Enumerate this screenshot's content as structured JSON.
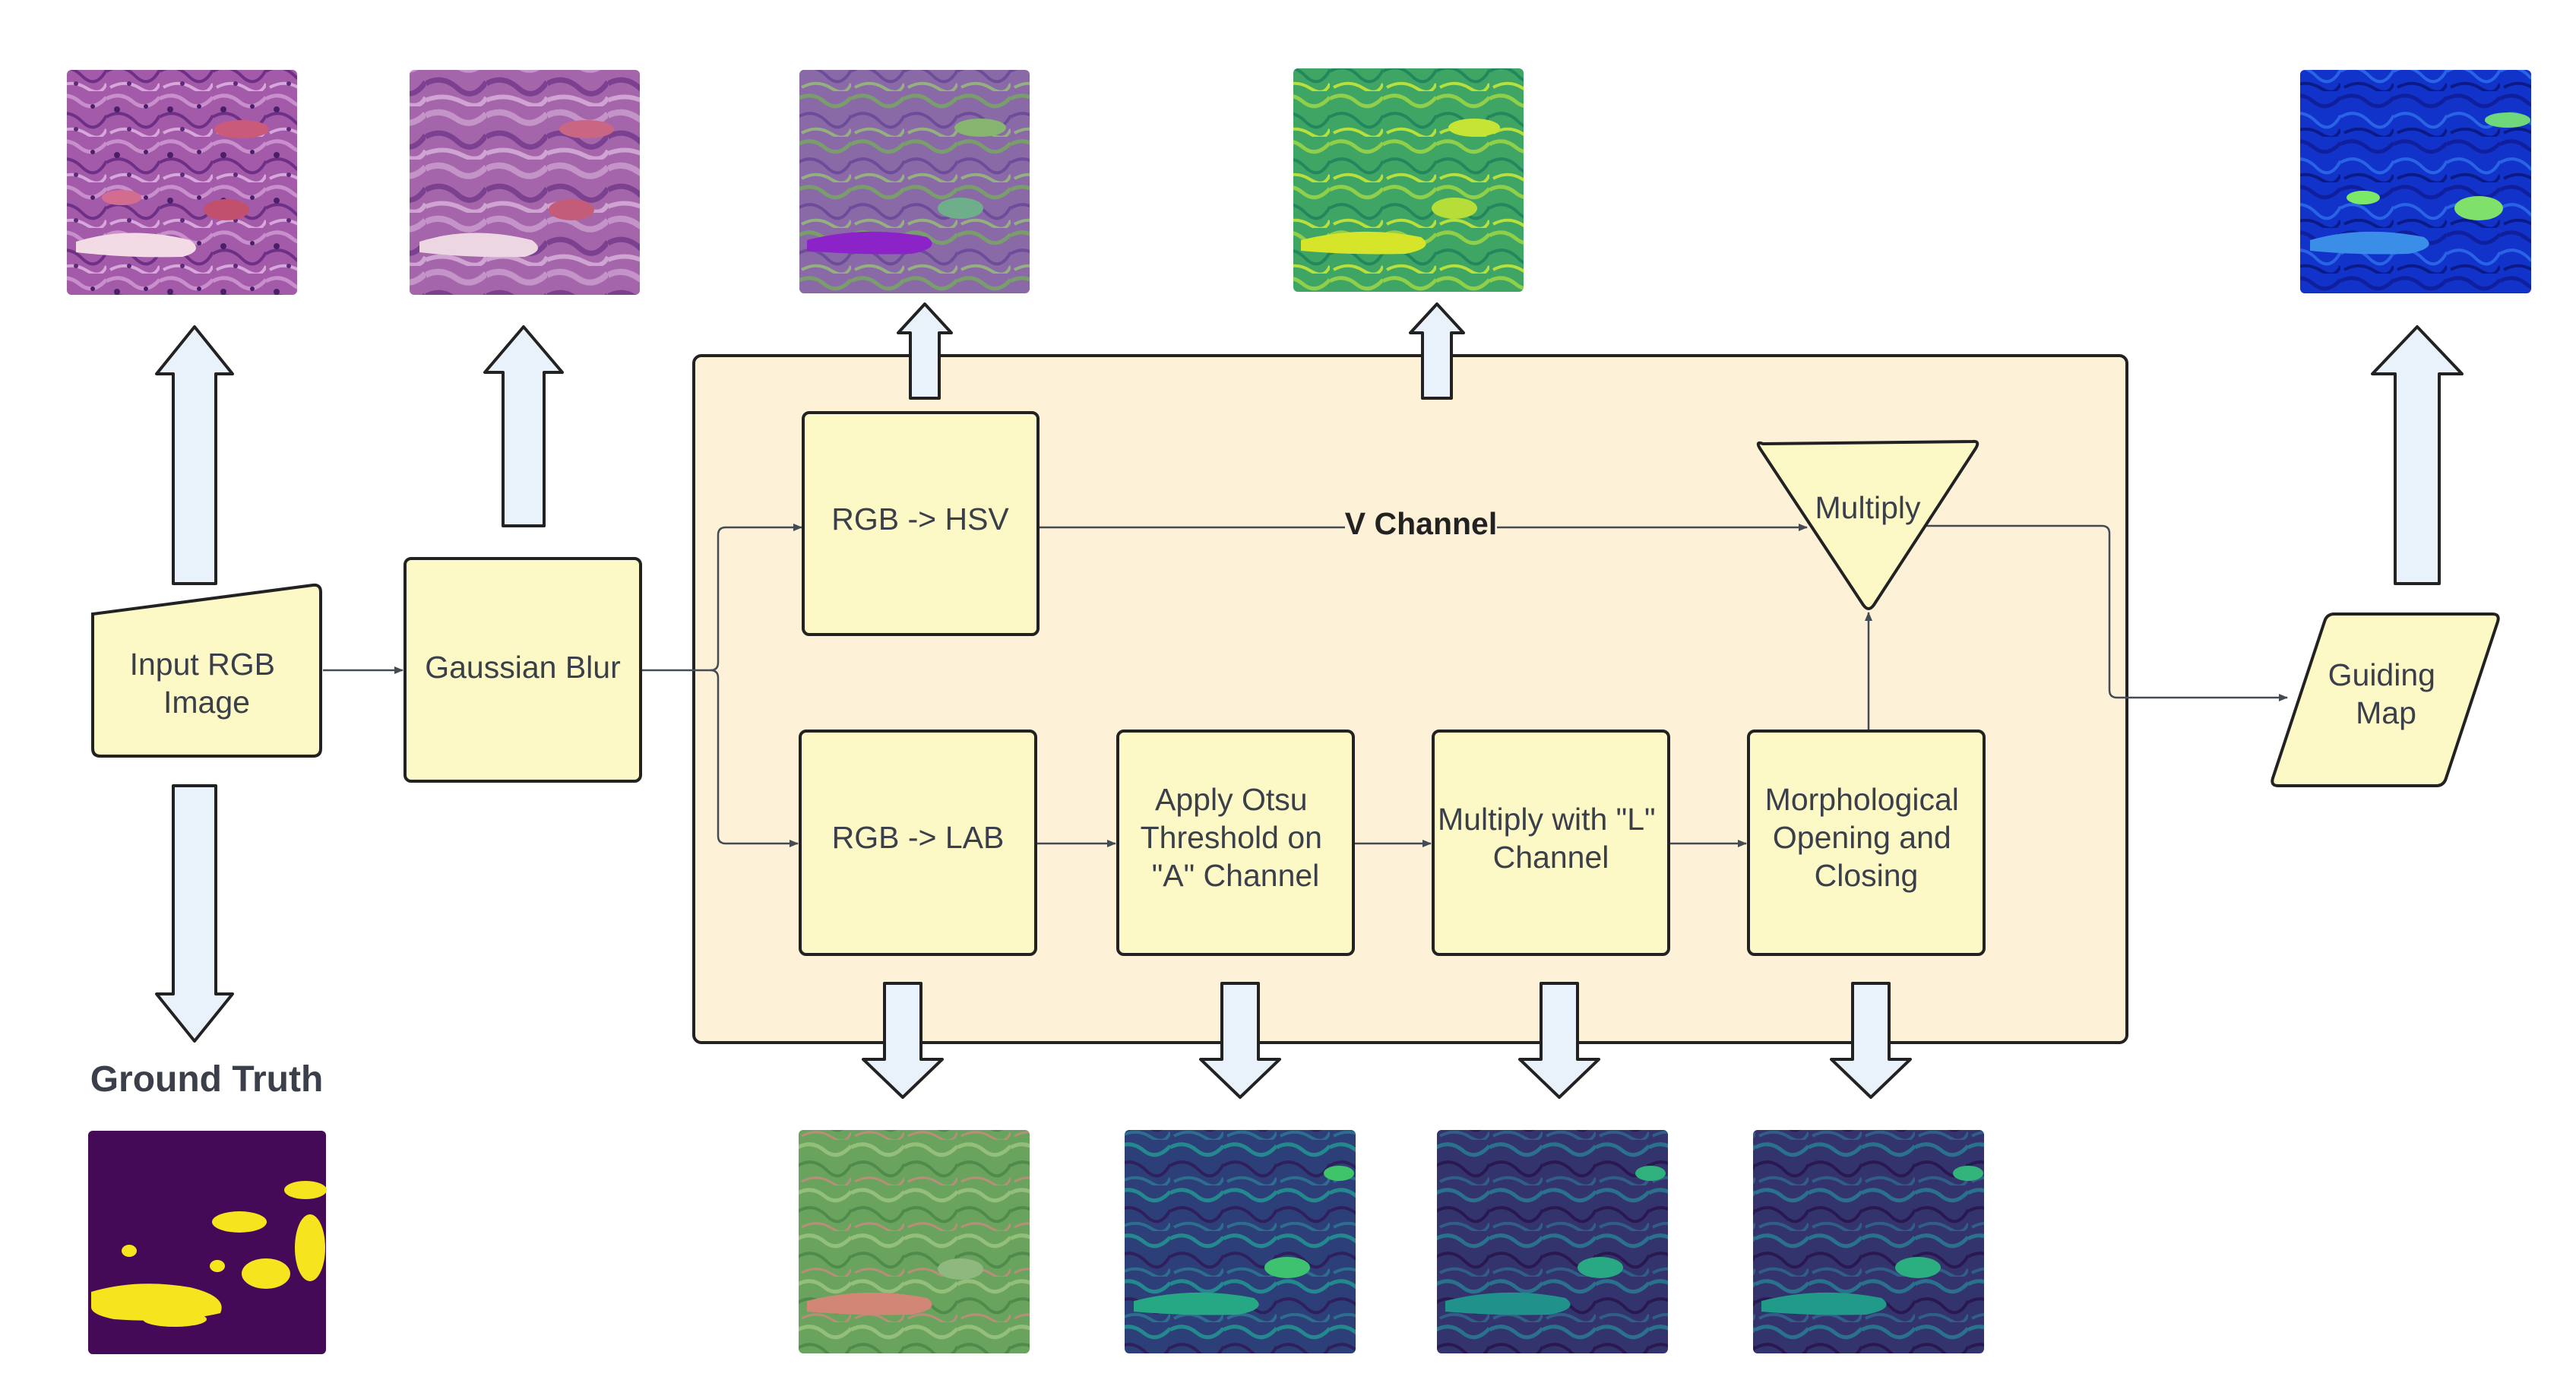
{
  "nodes": {
    "input": [
      "Input RGB",
      "Image"
    ],
    "blur": [
      "Gaussian Blur"
    ],
    "hsv": [
      "RGB -> HSV"
    ],
    "lab": [
      "RGB -> LAB"
    ],
    "otsu": [
      "Apply Otsu",
      "Threshold on",
      "\"A\" Channel"
    ],
    "mult_l": [
      "Multiply with \"L\"",
      "Channel"
    ],
    "morph": [
      "Morphological",
      "Opening and",
      "Closing"
    ],
    "multiply": [
      "Multiply"
    ],
    "guiding": [
      "Guiding",
      "Map"
    ]
  },
  "edge_labels": {
    "v_channel": "V Channel"
  },
  "ground_truth_label": "Ground Truth",
  "images": [
    {
      "name": "input-rgb-image-thumbnail",
      "style": "H&E histology patch (purple/pink)"
    },
    {
      "name": "gaussian-blur-image-thumbnail",
      "style": "blurred H&E histology patch"
    },
    {
      "name": "hsv-image-thumbnail",
      "style": "HSV visualization (purple/green)"
    },
    {
      "name": "v-channel-image-thumbnail",
      "style": "V channel (green/yellow colormap)"
    },
    {
      "name": "guiding-map-image-thumbnail",
      "style": "guiding map (blue colormap)"
    },
    {
      "name": "ground-truth-mask",
      "style": "binary mask (purple with yellow regions)"
    },
    {
      "name": "lab-image-thumbnail",
      "style": "LAB visualization (green/pink)"
    },
    {
      "name": "otsu-image-thumbnail",
      "style": "Otsu threshold (viridis)"
    },
    {
      "name": "multiply-l-image-thumbnail",
      "style": "L channel product (viridis)"
    },
    {
      "name": "morphology-image-thumbnail",
      "style": "morphology result (viridis)"
    }
  ],
  "colors": {
    "node_fill": "#fcf9c6",
    "container_fill": "#fdf1d7",
    "stroke": "#222222",
    "connector": "#444b55",
    "block_arrow_fill": "#e9f1fb"
  }
}
